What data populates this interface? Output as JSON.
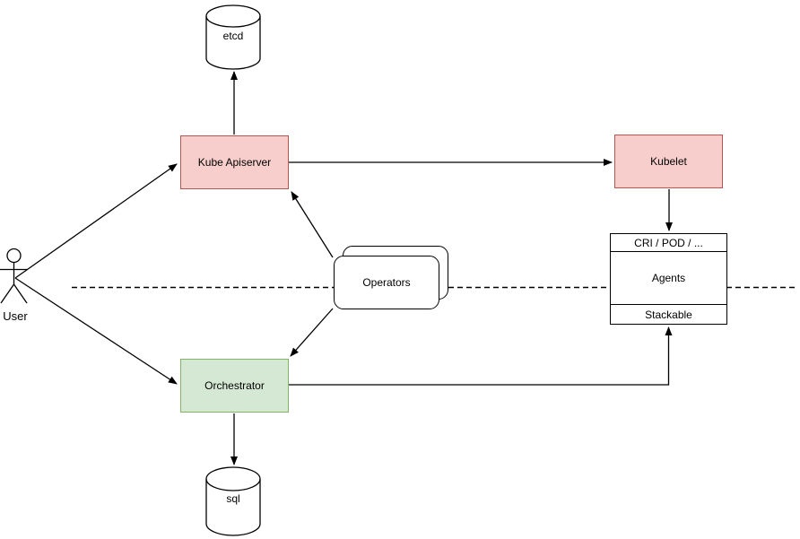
{
  "diagram": {
    "nodes": {
      "user": {
        "label": "User",
        "shape": "actor"
      },
      "etcd": {
        "label": "etcd",
        "shape": "cylinder"
      },
      "sql": {
        "label": "sql",
        "shape": "cylinder"
      },
      "kube_apiserver": {
        "label": "Kube Apiserver",
        "shape": "box",
        "fill": "#f8cecc",
        "stroke": "#b85450"
      },
      "kubelet": {
        "label": "Kubelet",
        "shape": "box",
        "fill": "#f8cecc",
        "stroke": "#b85450"
      },
      "orchestrator": {
        "label": "Orchestrator",
        "shape": "box",
        "fill": "#d5e8d4",
        "stroke": "#82b366"
      },
      "operators": {
        "label": "Operators",
        "shape": "stacked-rounded-box",
        "fill": "#ffffff",
        "stroke": "#000000"
      },
      "agents": {
        "header": "CRI / POD / ...",
        "body": "Agents",
        "footer": "Stackable",
        "shape": "sectioned-box",
        "fill": "#ffffff",
        "stroke": "#000000"
      }
    },
    "edges": [
      {
        "from": "user",
        "to": "kube_apiserver",
        "arrow": "end"
      },
      {
        "from": "user",
        "to": "orchestrator",
        "arrow": "end"
      },
      {
        "from": "kube_apiserver",
        "to": "etcd",
        "arrow": "end"
      },
      {
        "from": "kube_apiserver",
        "to": "kubelet",
        "arrow": "end"
      },
      {
        "from": "operators",
        "to": "kube_apiserver",
        "arrow": "end"
      },
      {
        "from": "operators",
        "to": "orchestrator",
        "arrow": "end"
      },
      {
        "from": "kubelet",
        "to": "agents",
        "arrow": "end"
      },
      {
        "from": "orchestrator",
        "to": "agents_footer_stackable",
        "arrow": "end"
      },
      {
        "from": "orchestrator",
        "to": "sql",
        "arrow": "end"
      }
    ],
    "separator": {
      "style": "dashed-horizontal-line"
    },
    "colors": {
      "background": "#ffffff",
      "pink_fill": "#f8cecc",
      "pink_stroke": "#b85450",
      "green_fill": "#d5e8d4",
      "green_stroke": "#82b366",
      "white_fill": "#ffffff",
      "line": "#000000"
    }
  }
}
